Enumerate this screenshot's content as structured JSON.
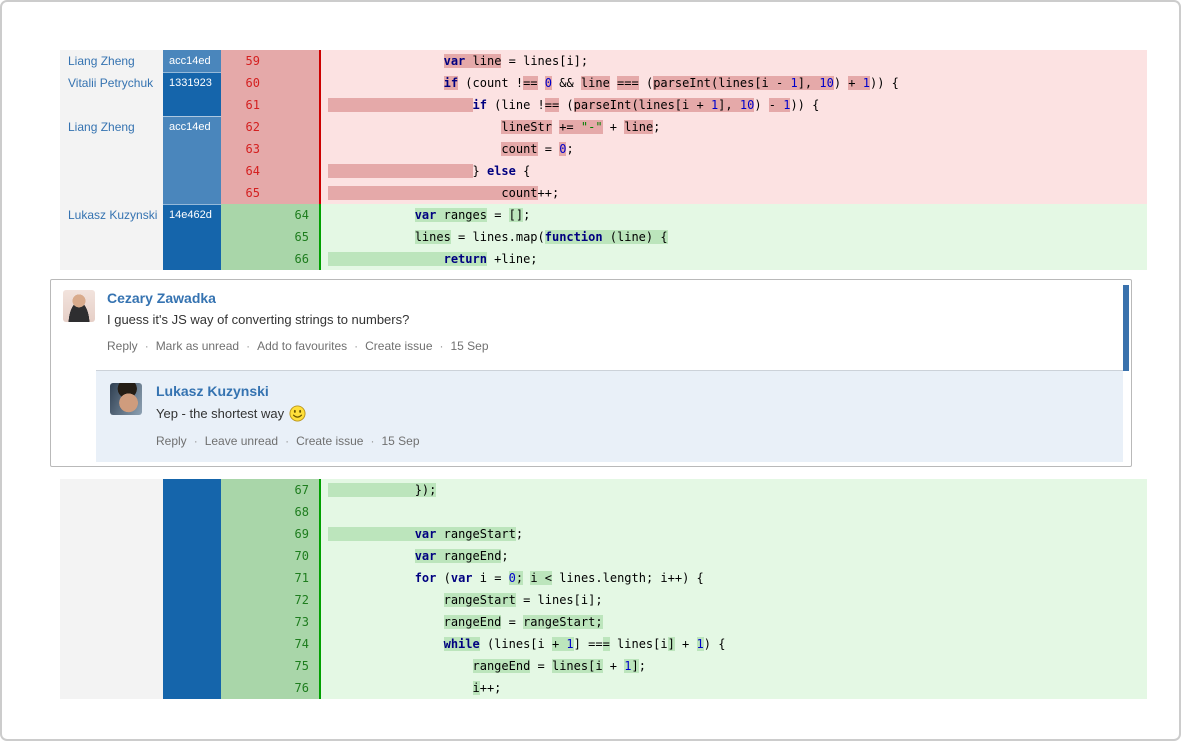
{
  "colors": {
    "removed_bg": "#fce2e2",
    "removed_hl": "#e5a9a9",
    "removed_num_bg": "#e5a9a9",
    "removed_num_text": "#d42020",
    "removed_line": "#cc0000",
    "added_bg": "#e4f8e4",
    "added_hl": "#bce5bc",
    "added_num_bg": "#a9d6a9",
    "added_num_text": "#1e7d1e",
    "added_line": "#00a000",
    "hash_light": "#4a86bc",
    "hash_dark": "#1565ab",
    "author_text": "#3573b1",
    "link_text": "#3573b1",
    "muted_text": "#707070",
    "keyword": "#000080",
    "number": "#0000cc",
    "string": "#008000",
    "reply_bg": "#e9f0f8",
    "unread_bar": "#3a72ad"
  },
  "diff": {
    "top_rows": [
      {
        "author": "Liang Zheng",
        "hash": "acc14ed",
        "shade": "light",
        "sep": false,
        "old": "59",
        "new": "",
        "type": "removed",
        "code": [
          [
            "                ",
            "p",
            0
          ],
          [
            "var",
            "k",
            1
          ],
          [
            " ",
            "p",
            1
          ],
          [
            "line",
            "p",
            1
          ],
          [
            " = lines[i];",
            "p",
            0
          ]
        ]
      },
      {
        "author": "Vitalii Petrychuk",
        "hash": "1331923",
        "shade": "dark",
        "sep": true,
        "old": "60",
        "new": "",
        "type": "removed",
        "code": [
          [
            "                ",
            "p",
            0
          ],
          [
            "if",
            "k",
            1
          ],
          [
            " (count !",
            "p",
            0
          ],
          [
            "==",
            "p",
            1
          ],
          [
            " ",
            "p",
            0
          ],
          [
            "0",
            "n",
            1
          ],
          [
            " && ",
            "p",
            0
          ],
          [
            "line",
            "p",
            1
          ],
          [
            " ",
            "p",
            0
          ],
          [
            "===",
            "p",
            1
          ],
          [
            " (",
            "p",
            0
          ],
          [
            "parseInt(lines[i ",
            "p",
            1
          ],
          [
            "- ",
            "p",
            1
          ],
          [
            "1",
            "n",
            1
          ],
          [
            "], ",
            "p",
            1
          ],
          [
            "10",
            "n",
            1
          ],
          [
            ") ",
            "p",
            0
          ],
          [
            "+ ",
            "p",
            1
          ],
          [
            "1",
            "n",
            1
          ],
          [
            ")) {",
            "p",
            0
          ]
        ]
      },
      {
        "author": "",
        "hash": "",
        "shade": "dark",
        "sep": false,
        "old": "61",
        "new": "",
        "type": "removed",
        "code": [
          [
            "                    ",
            "p",
            1
          ],
          [
            "if",
            "k",
            0
          ],
          [
            " (line !",
            "p",
            0
          ],
          [
            "==",
            "p",
            1
          ],
          [
            " (",
            "p",
            0
          ],
          [
            "parseInt(lines[i + ",
            "p",
            1
          ],
          [
            "1",
            "n",
            1
          ],
          [
            "], ",
            "p",
            1
          ],
          [
            "10",
            "n",
            1
          ],
          [
            ") ",
            "p",
            0
          ],
          [
            "- ",
            "p",
            1
          ],
          [
            "1",
            "n",
            1
          ],
          [
            ")) {",
            "p",
            0
          ]
        ]
      },
      {
        "author": "Liang Zheng",
        "hash": "acc14ed",
        "shade": "light",
        "sep": true,
        "old": "62",
        "new": "",
        "type": "removed",
        "code": [
          [
            "                        ",
            "p",
            0
          ],
          [
            "lineStr",
            "p",
            1
          ],
          [
            " ",
            "p",
            0
          ],
          [
            "+= ",
            "p",
            1
          ],
          [
            "\"-\"",
            "s",
            1
          ],
          [
            " + ",
            "p",
            0
          ],
          [
            "line",
            "p",
            1
          ],
          [
            ";",
            "p",
            0
          ]
        ]
      },
      {
        "author": "",
        "hash": "",
        "shade": "light",
        "sep": false,
        "old": "63",
        "new": "",
        "type": "removed",
        "code": [
          [
            "                        ",
            "p",
            0
          ],
          [
            "count",
            "p",
            1
          ],
          [
            " = ",
            "p",
            0
          ],
          [
            "0",
            "n",
            1
          ],
          [
            ";",
            "p",
            0
          ]
        ]
      },
      {
        "author": "",
        "hash": "",
        "shade": "light",
        "sep": false,
        "old": "64",
        "new": "",
        "type": "removed",
        "code": [
          [
            "                    ",
            "p",
            1
          ],
          [
            "} ",
            "p",
            0
          ],
          [
            "else",
            "k",
            0
          ],
          [
            " {",
            "p",
            0
          ]
        ]
      },
      {
        "author": "",
        "hash": "",
        "shade": "light",
        "sep": false,
        "old": "65",
        "new": "",
        "type": "removed",
        "code": [
          [
            "                        ",
            "p",
            1
          ],
          [
            "count",
            "p",
            1
          ],
          [
            "++;",
            "p",
            0
          ]
        ]
      },
      {
        "author": "Lukasz Kuzynski",
        "hash": "14e462d",
        "shade": "dark",
        "sep": true,
        "old": "",
        "new": "64",
        "type": "added",
        "code": [
          [
            "            ",
            "p",
            0
          ],
          [
            "var",
            "k",
            1
          ],
          [
            " ",
            "p",
            1
          ],
          [
            "ranges",
            "p",
            1
          ],
          [
            " = ",
            "p",
            0
          ],
          [
            "[]",
            "p",
            1
          ],
          [
            ";",
            "p",
            0
          ]
        ]
      },
      {
        "author": "",
        "hash": "",
        "shade": "dark",
        "sep": false,
        "old": "",
        "new": "65",
        "type": "added",
        "code": [
          [
            "            ",
            "p",
            0
          ],
          [
            "lines",
            "p",
            1
          ],
          [
            " = lines.map(",
            "p",
            0
          ],
          [
            "function",
            "k",
            1
          ],
          [
            " (line) {",
            "p",
            1
          ]
        ]
      },
      {
        "author": "",
        "hash": "",
        "shade": "dark",
        "sep": false,
        "old": "",
        "new": "66",
        "type": "added",
        "code": [
          [
            "                ",
            "p",
            1
          ],
          [
            "return",
            "k",
            1
          ],
          [
            " +line;",
            "p",
            0
          ]
        ]
      }
    ],
    "bottom_rows": [
      {
        "author": "",
        "hash": "",
        "shade": "dark",
        "sep": false,
        "old": "",
        "new": "67",
        "type": "added",
        "code": [
          [
            "            ",
            "p",
            1
          ],
          [
            "});",
            "p",
            1
          ]
        ]
      },
      {
        "author": "",
        "hash": "",
        "shade": "dark",
        "sep": false,
        "old": "",
        "new": "68",
        "type": "added",
        "code": []
      },
      {
        "author": "",
        "hash": "",
        "shade": "dark",
        "sep": false,
        "old": "",
        "new": "69",
        "type": "added",
        "code": [
          [
            "            ",
            "p",
            1
          ],
          [
            "var",
            "k",
            1
          ],
          [
            " rangeStart",
            "p",
            1
          ],
          [
            ";",
            "p",
            0
          ]
        ]
      },
      {
        "author": "",
        "hash": "",
        "shade": "dark",
        "sep": false,
        "old": "",
        "new": "70",
        "type": "added",
        "code": [
          [
            "            ",
            "p",
            0
          ],
          [
            "var",
            "k",
            1
          ],
          [
            " rangeEnd",
            "p",
            1
          ],
          [
            ";",
            "p",
            0
          ]
        ]
      },
      {
        "author": "",
        "hash": "",
        "shade": "dark",
        "sep": false,
        "old": "",
        "new": "71",
        "type": "added",
        "code": [
          [
            "            ",
            "p",
            0
          ],
          [
            "for",
            "k",
            0
          ],
          [
            " (",
            "p",
            0
          ],
          [
            "var",
            "k",
            0
          ],
          [
            " i = ",
            "p",
            0
          ],
          [
            "0",
            "n",
            1
          ],
          [
            ";",
            "p",
            1
          ],
          [
            " ",
            "p",
            0
          ],
          [
            "i <",
            "p",
            1
          ],
          [
            " lines.length; i++) {",
            "p",
            0
          ]
        ]
      },
      {
        "author": "",
        "hash": "",
        "shade": "dark",
        "sep": false,
        "old": "",
        "new": "72",
        "type": "added",
        "code": [
          [
            "                ",
            "p",
            0
          ],
          [
            "rangeStart",
            "p",
            1
          ],
          [
            " = lines[i];",
            "p",
            0
          ]
        ]
      },
      {
        "author": "",
        "hash": "",
        "shade": "dark",
        "sep": false,
        "old": "",
        "new": "73",
        "type": "added",
        "code": [
          [
            "                ",
            "p",
            0
          ],
          [
            "rangeEnd",
            "p",
            1
          ],
          [
            " = ",
            "p",
            0
          ],
          [
            "rangeStart;",
            "p",
            1
          ]
        ]
      },
      {
        "author": "",
        "hash": "",
        "shade": "dark",
        "sep": false,
        "old": "",
        "new": "74",
        "type": "added",
        "code": [
          [
            "                ",
            "p",
            0
          ],
          [
            "while",
            "k",
            1
          ],
          [
            " (lines[i ",
            "p",
            0
          ],
          [
            "+ ",
            "p",
            1
          ],
          [
            "1",
            "n",
            1
          ],
          [
            "] ==",
            "p",
            0
          ],
          [
            "=",
            "p",
            1
          ],
          [
            " lines[i",
            "p",
            0
          ],
          [
            "]",
            "p",
            1
          ],
          [
            " + ",
            "p",
            0
          ],
          [
            "1",
            "n",
            1
          ],
          [
            ") {",
            "p",
            0
          ]
        ]
      },
      {
        "author": "",
        "hash": "",
        "shade": "dark",
        "sep": false,
        "old": "",
        "new": "75",
        "type": "added",
        "code": [
          [
            "                    ",
            "p",
            0
          ],
          [
            "rangeEnd",
            "p",
            1
          ],
          [
            " = ",
            "p",
            0
          ],
          [
            "lines[i",
            "p",
            1
          ],
          [
            " + ",
            "p",
            0
          ],
          [
            "1",
            "n",
            1
          ],
          [
            "]",
            "p",
            1
          ],
          [
            ";",
            "p",
            0
          ]
        ]
      },
      {
        "author": "",
        "hash": "",
        "shade": "dark",
        "sep": false,
        "old": "",
        "new": "76",
        "type": "added",
        "code": [
          [
            "                    ",
            "p",
            0
          ],
          [
            "i",
            "p",
            1
          ],
          [
            "++;",
            "p",
            0
          ]
        ]
      }
    ]
  },
  "comments": {
    "main": {
      "author": "Cezary Zawadka",
      "body": "I guess it's JS way of converting strings to numbers?",
      "actions": [
        "Reply",
        "Mark as unread",
        "Add to favourites",
        "Create issue"
      ],
      "date": "15 Sep"
    },
    "reply": {
      "author": "Lukasz Kuzynski",
      "body": "Yep - the shortest way",
      "emoji": "smiley-emoticon",
      "actions": [
        "Reply",
        "Leave unread",
        "Create issue"
      ],
      "date": "15 Sep"
    }
  }
}
